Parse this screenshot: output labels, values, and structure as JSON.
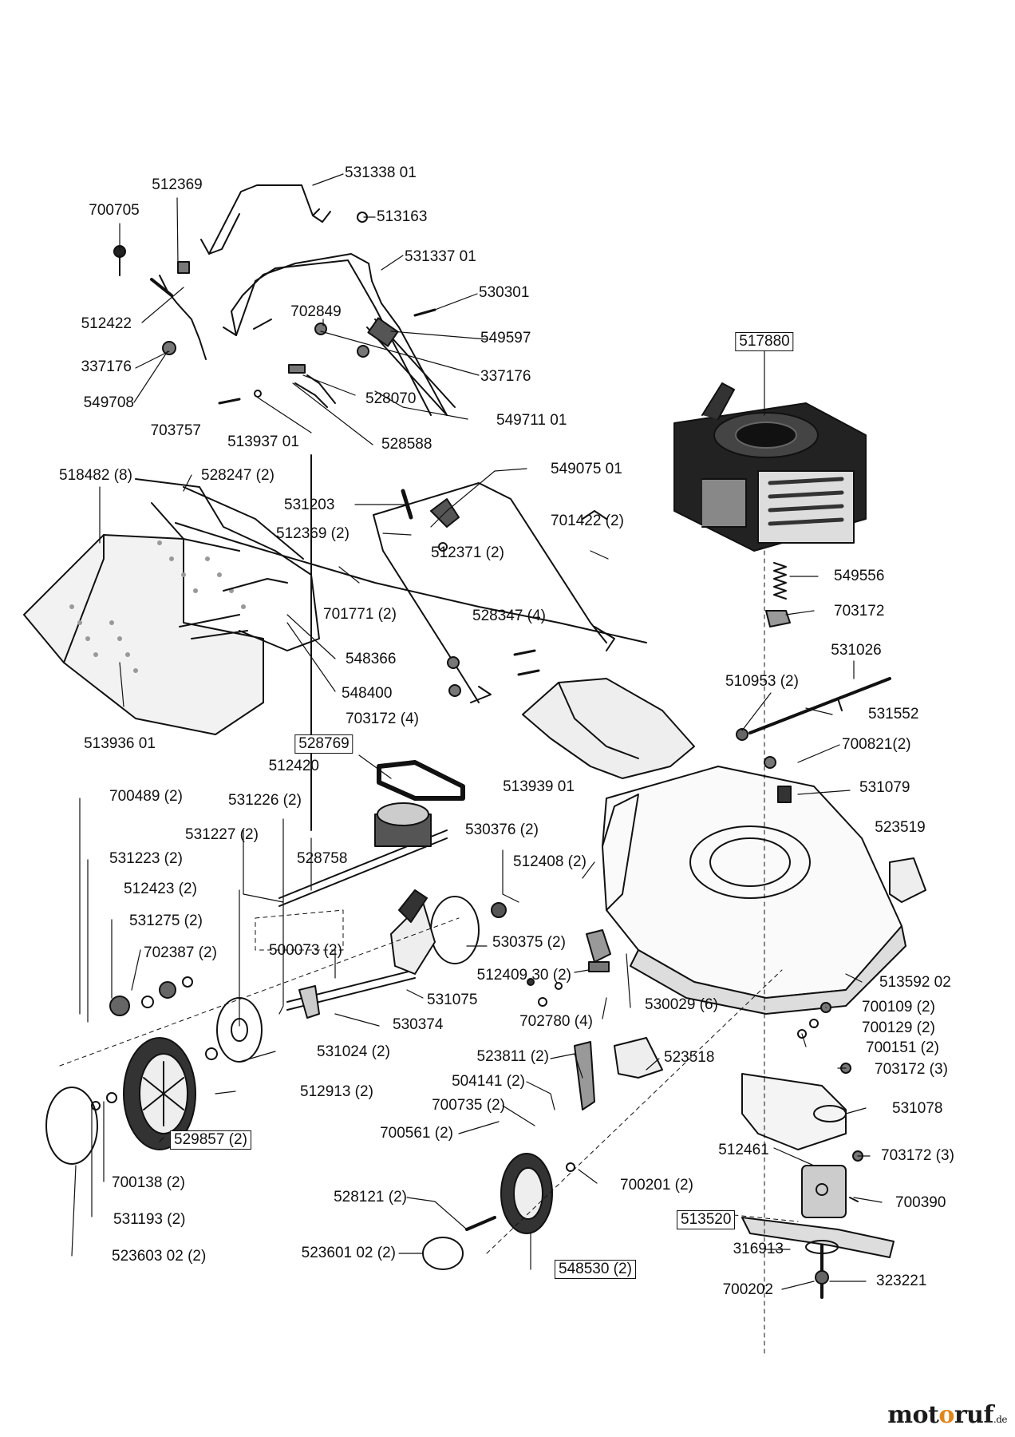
{
  "labels": {
    "p531338": "531338 01",
    "p512369a": "512369",
    "p513163": "513163",
    "p700705": "700705",
    "p531337": "531337 01",
    "p530301": "530301",
    "p702849": "702849",
    "p512422": "512422",
    "p549597": "549597",
    "p337176a": "337176",
    "p337176b": "337176",
    "p549708": "549708",
    "p528070": "528070",
    "p703757": "703757",
    "p549711": "549711 01",
    "p513937": "513937 01",
    "p528588": "528588",
    "p517880": "517880",
    "p518482": "518482 (8)",
    "p528247": "528247 (2)",
    "p549075": "549075 01",
    "p531203": "531203",
    "p512369b": "512369 (2)",
    "p701422": "701422 (2)",
    "p512371": "512371 (2)",
    "p549556": "549556",
    "p701771": "701771 (2)",
    "p703172a": "703172",
    "p528347": "528347 (4)",
    "p531026": "531026",
    "p548366": "548366",
    "p510953": "510953 (2)",
    "p548400": "548400",
    "p531552": "531552",
    "p703172b": "703172 (4)",
    "p513936": "513936 01",
    "p528769": "528769",
    "p700821": "700821(2)",
    "p512420": "512420",
    "p513939": "513939 01",
    "p531079": "531079",
    "p700489": "700489 (2)",
    "p531226": "531226 (2)",
    "p531227": "531227 (2)",
    "p530376": "530376 (2)",
    "p523519": "523519",
    "p531223": "531223 (2)",
    "p528758": "528758",
    "p512408": "512408 (2)",
    "p512423": "512423 (2)",
    "p531275": "531275 (2)",
    "p500073": "500073 (2)",
    "p530375": "530375 (2)",
    "p702387": "702387 (2)",
    "p512409": "512409 30 (2)",
    "p513592": "513592 02",
    "p531075": "531075",
    "p530029": "530029 (6)",
    "p700109": "700109 (2)",
    "p530374": "530374",
    "p702780": "702780 (4)",
    "p700129": "700129 (2)",
    "p531024": "531024 (2)",
    "p700151": "700151 (2)",
    "p523811": "523811 (2)",
    "p523518": "523518",
    "p703172c": "703172 (3)",
    "p504141": "504141 (2)",
    "p512913": "512913 (2)",
    "p700735": "700735 (2)",
    "p531078": "531078",
    "p529857": "529857 (2)",
    "p700561": "700561 (2)",
    "p512461": "512461",
    "p703172d": "703172 (3)",
    "p700201": "700201 (2)",
    "p700138": "700138 (2)",
    "p700390": "700390",
    "p528121": "528121 (2)",
    "p531193": "531193 (2)",
    "p513520": "513520",
    "p316913": "316913",
    "p523601": "523601 02 (2)",
    "p548530": "548530 (2)",
    "p523603": "523603 02 (2)",
    "p700202": "700202",
    "p323221": "323221"
  },
  "watermark": {
    "part1": "mot",
    "part2": "o",
    "part3": "ruf",
    "tld": ".de"
  }
}
